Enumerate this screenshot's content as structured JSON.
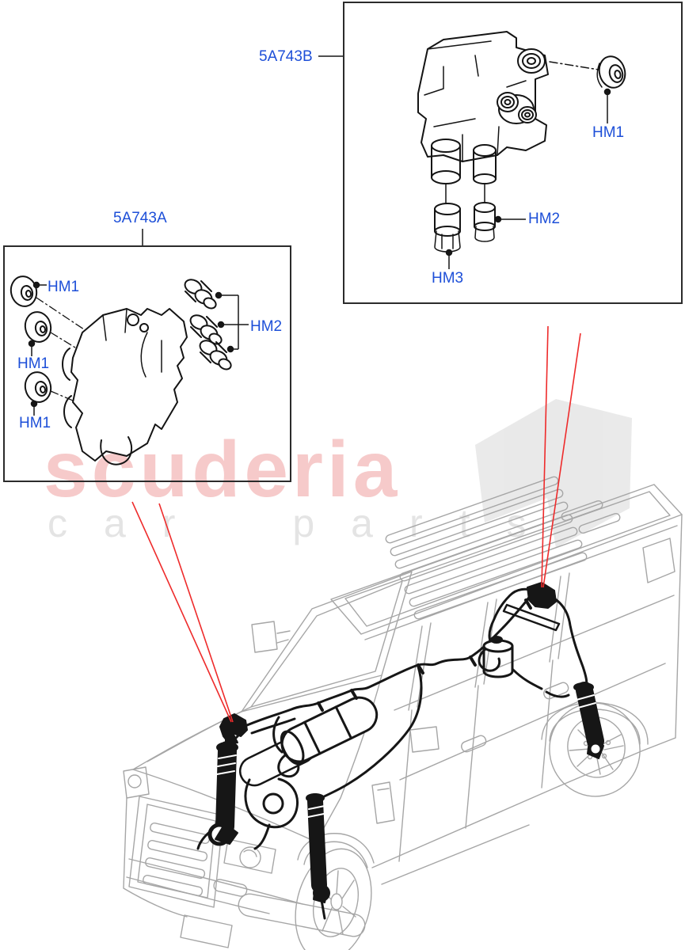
{
  "watermark": {
    "brand": "scuderia",
    "tagline": "car parts"
  },
  "colors": {
    "label_blue": "#1d4fd8",
    "leader_red": "#ee2b2b",
    "vehicle_gray": "#a6a6a6",
    "art_black": "#161616",
    "watermark_pink": "#f6caca",
    "watermark_gray": "#e4e4e4",
    "flag_gray": "#dcdcdc"
  },
  "callouts": {
    "box_b": {
      "part_number": "5A743B",
      "hm1": "HM1",
      "hm2": "HM2",
      "hm3": "HM3"
    },
    "box_a": {
      "part_number": "5A743A",
      "hm1_top": "HM1",
      "hm1_middle": "HM1",
      "hm1_bottom": "HM1",
      "hm2": "HM2"
    }
  }
}
